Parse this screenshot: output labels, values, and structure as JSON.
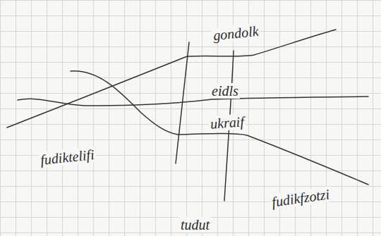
{
  "diagram": {
    "labels": [
      "gondolk",
      "eidls",
      "ukraif",
      "fudiktelifi",
      "tudut",
      "fudikfzotzi"
    ]
  }
}
